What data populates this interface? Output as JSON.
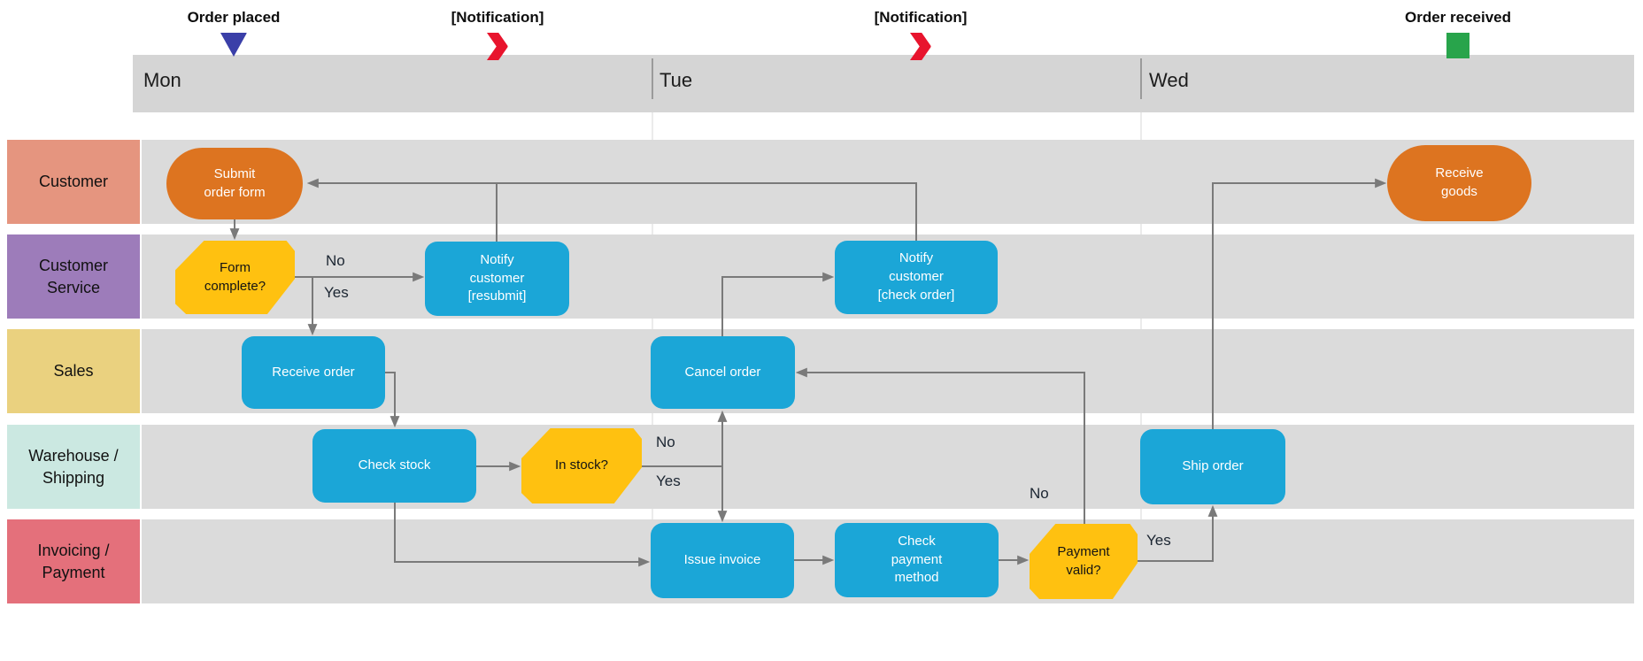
{
  "timeline": {
    "days": [
      {
        "label": "Mon"
      },
      {
        "label": "Tue"
      },
      {
        "label": "Wed"
      }
    ],
    "milestones": [
      {
        "label": "Order placed",
        "icon": "triangle-down-icon",
        "color": "#3A3FA8"
      },
      {
        "label": "[Notification]",
        "icon": "chevron-right-icon",
        "color": "#E8142D"
      },
      {
        "label": "[Notification]",
        "icon": "chevron-right-icon",
        "color": "#E8142D"
      },
      {
        "label": "Order received",
        "icon": "square-icon",
        "color": "#28A44B"
      }
    ]
  },
  "lanes": [
    {
      "label": "Customer",
      "color": "#E5957F"
    },
    {
      "label": "Customer Service",
      "color": "#9D7CBA"
    },
    {
      "label": "Sales",
      "color": "#EAD17F"
    },
    {
      "label": "Warehouse / Shipping",
      "color": "#CBE8E1"
    },
    {
      "label": "Invoicing / Payment",
      "color": "#E4707B"
    }
  ],
  "nodes": [
    {
      "id": "submit-order-form",
      "shape": "ellipse",
      "lane": "Customer",
      "label": "Submit\norder form",
      "color": "#DD7420"
    },
    {
      "id": "form-complete",
      "shape": "hexagon",
      "lane": "Customer Service",
      "label": "Form\ncomplete?",
      "color": "#FFC110"
    },
    {
      "id": "notify-customer-resubmit",
      "shape": "process",
      "lane": "Customer Service",
      "label": "Notify\ncustomer\n[resubmit]",
      "color": "#1BA6D7"
    },
    {
      "id": "receive-order",
      "shape": "process",
      "lane": "Sales",
      "label": "Receive order",
      "color": "#1BA6D7"
    },
    {
      "id": "cancel-order",
      "shape": "process",
      "lane": "Sales",
      "label": "Cancel order",
      "color": "#1BA6D7"
    },
    {
      "id": "notify-customer-check-order",
      "shape": "process",
      "lane": "Customer Service",
      "label": "Notify\ncustomer\n[check order]",
      "color": "#1BA6D7"
    },
    {
      "id": "check-stock",
      "shape": "process",
      "lane": "Warehouse / Shipping",
      "label": "Check stock",
      "color": "#1BA6D7"
    },
    {
      "id": "in-stock",
      "shape": "hexagon",
      "lane": "Warehouse / Shipping",
      "label": "In stock?",
      "color": "#FFC110"
    },
    {
      "id": "ship-order",
      "shape": "process",
      "lane": "Warehouse / Shipping",
      "label": "Ship order",
      "color": "#1BA6D7"
    },
    {
      "id": "issue-invoice",
      "shape": "process",
      "lane": "Invoicing / Payment",
      "label": "Issue invoice",
      "color": "#1BA6D7"
    },
    {
      "id": "check-payment-method",
      "shape": "process",
      "lane": "Invoicing / Payment",
      "label": "Check\npayment\nmethod",
      "color": "#1BA6D7"
    },
    {
      "id": "payment-valid",
      "shape": "hexagon",
      "lane": "Invoicing / Payment",
      "label": "Payment\nvalid?",
      "color": "#FFC110"
    },
    {
      "id": "receive-goods",
      "shape": "ellipse",
      "lane": "Customer",
      "label": "Receive\ngoods",
      "color": "#DD7420"
    }
  ],
  "edges": [
    {
      "from": "submit-order-form",
      "to": "form-complete",
      "label": ""
    },
    {
      "from": "form-complete",
      "to": "notify-customer-resubmit",
      "label": "No"
    },
    {
      "from": "form-complete",
      "to": "receive-order",
      "label": "Yes"
    },
    {
      "from": "notify-customer-resubmit",
      "to": "submit-order-form",
      "label": ""
    },
    {
      "from": "notify-customer-check-order",
      "to": "submit-order-form",
      "label": ""
    },
    {
      "from": "cancel-order",
      "to": "notify-customer-check-order",
      "label": ""
    },
    {
      "from": "receive-order",
      "to": "check-stock",
      "label": ""
    },
    {
      "from": "check-stock",
      "to": "in-stock",
      "label": ""
    },
    {
      "from": "in-stock",
      "to": "cancel-order",
      "label": "No"
    },
    {
      "from": "in-stock",
      "to": "issue-invoice",
      "label": "Yes"
    },
    {
      "from": "check-stock",
      "to": "issue-invoice",
      "label": ""
    },
    {
      "from": "issue-invoice",
      "to": "check-payment-method",
      "label": ""
    },
    {
      "from": "check-payment-method",
      "to": "payment-valid",
      "label": ""
    },
    {
      "from": "payment-valid",
      "to": "ship-order",
      "label": "Yes"
    },
    {
      "from": "payment-valid",
      "to": "cancel-order",
      "label": "No"
    },
    {
      "from": "ship-order",
      "to": "receive-goods",
      "label": ""
    }
  ],
  "colors": {
    "lane_background": "#DBDBDB",
    "timeline_bar": "#D5D5D5",
    "connector": "#7A7A7A",
    "process_fill": "#1BA6D7",
    "terminator_fill": "#DD7420",
    "decision_fill": "#FFC110"
  }
}
